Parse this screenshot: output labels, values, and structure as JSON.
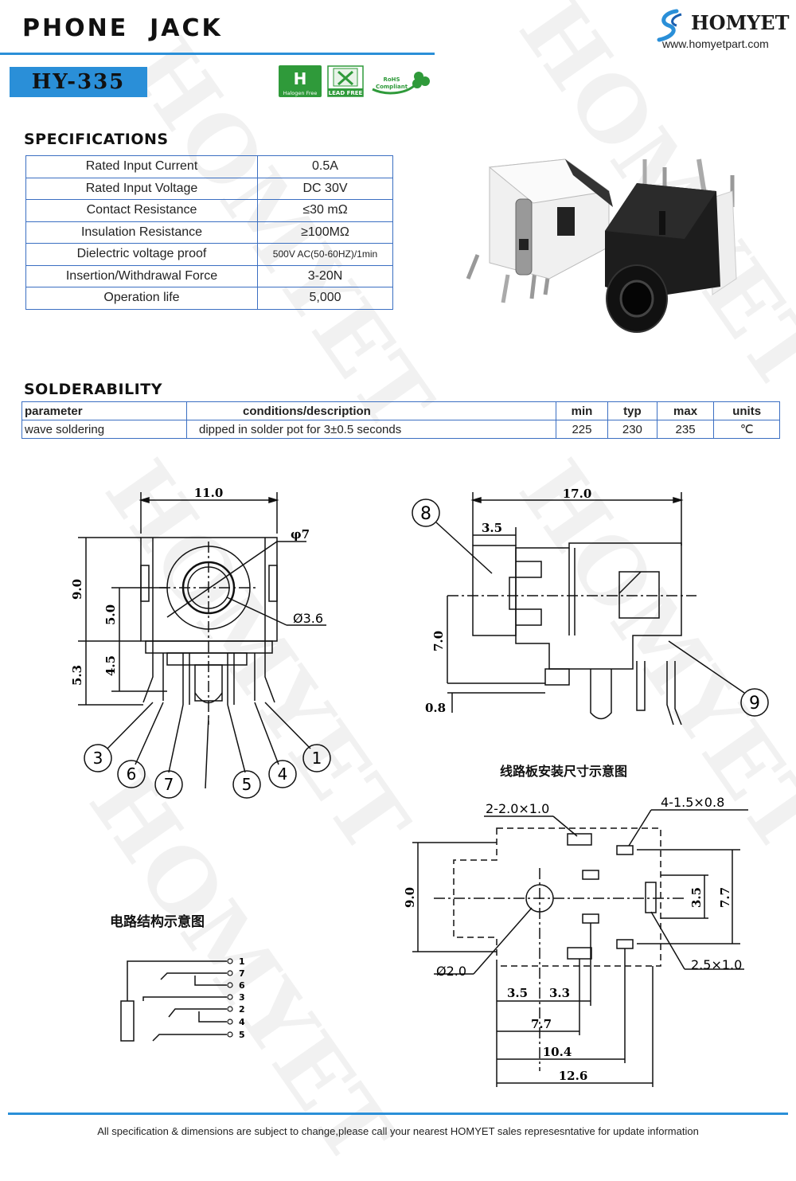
{
  "header": {
    "title": "PHONE  JACK",
    "brand": "HOMYET",
    "url": "www.homyetpart.com",
    "model": "HY-335",
    "certs": {
      "halogen": "Halogen Free",
      "lead": "LEAD FREE",
      "rohs_top": "RoHS",
      "rohs_bottom": "Compliant"
    }
  },
  "specifications": {
    "heading": "SPECIFICATIONS",
    "rows": [
      {
        "name": "Rated Input Current",
        "value": "0.5A"
      },
      {
        "name": "Rated Input Voltage",
        "value": "DC  30V"
      },
      {
        "name": "Contact Resistance",
        "value": "≤30  mΩ"
      },
      {
        "name": "Insulation Resistance",
        "value": "≥100MΩ"
      },
      {
        "name": "Dielectric voltage proof",
        "value": "500V AC(50-60HZ)/1min"
      },
      {
        "name": "Insertion/Withdrawal Force",
        "value": "3-20N"
      },
      {
        "name": "Operation life",
        "value": "5,000"
      }
    ]
  },
  "solderability": {
    "heading": "SOLDERABILITY",
    "headers": [
      "parameter",
      "conditions/description",
      "min",
      "typ",
      "max",
      "units"
    ],
    "row": [
      "wave soldering",
      "dipped in solder pot for 3±0.5 seconds",
      "225",
      "230",
      "235",
      "℃"
    ]
  },
  "drawing_front": {
    "w": "11.0",
    "phi7": "φ7",
    "phi36": "Ø3.6",
    "h9": "9.0",
    "h5": "5.0",
    "h45": "4.5",
    "h53": "5.3",
    "pins": [
      "3",
      "6",
      "7",
      "5",
      "4",
      "1"
    ]
  },
  "drawing_side": {
    "w": "17.0",
    "w35": "3.5",
    "h7": "7.0",
    "h08": "0.8",
    "n8": "8",
    "n9": "9"
  },
  "pcb": {
    "title": "线路板安装尺寸示意图",
    "pad_a": "2-2.0×1.0",
    "pad_b": "4-1.5×0.8",
    "pad_c": "2.5×1.0",
    "hole": "Ø2.0",
    "h9": "9.0",
    "h35": "3.5",
    "h77": "7.7",
    "d35": "3.5",
    "d33": "3.3",
    "d77": "7.7",
    "d104": "10.4",
    "d126": "12.6"
  },
  "circuit": {
    "title": "电路结构示意图",
    "pins": [
      "1",
      "7",
      "6",
      "3",
      "2",
      "4",
      "5"
    ]
  },
  "footer": "All specification & dimensions are subject to change,please call your nearest HOMYET sales represesntative for update information",
  "colors": {
    "accent": "#2a8fd8",
    "table_border": "#3b6fc2",
    "halogen_green": "#2f9a3a"
  }
}
